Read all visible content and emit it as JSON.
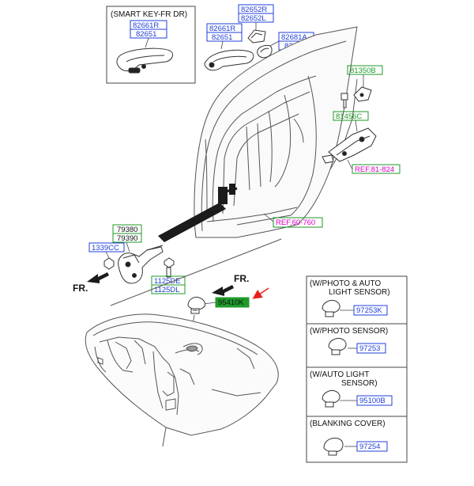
{
  "colors": {
    "blue": "#1f3fd8",
    "green": "#1f9a2a",
    "magenta": "#e000c8",
    "red": "#e8201a",
    "line": "#444444",
    "fill_dark": "#1b1b1b"
  },
  "top_frame_label": "(SMART KEY-FR DR)",
  "labels": {
    "smart_r": "82661R",
    "smart_l": "82651",
    "cover_r": "82652R",
    "cover_l": "82652L",
    "handle_r": "82661R",
    "handle_l": "82651",
    "cap_r": "82681A",
    "cap_l": "82671",
    "p81350": "81350B",
    "p81456": "81456C",
    "ref81": "REF.81-824",
    "ref60": "REF.60-760",
    "p79380": "79380",
    "p79390": "79390",
    "p1339": "1339CC",
    "p1125de": "1125DE",
    "p1125dl": "1125DL",
    "p95410": "95410K",
    "fr_upper": "FR.",
    "fr_lower": "FR."
  },
  "options": [
    {
      "title": "(W/PHOTO & AUTO",
      "subtitle": "LIGHT SENSOR)",
      "part": "97253K"
    },
    {
      "title": "(W/PHOTO SENSOR)",
      "subtitle": "",
      "part": "97253"
    },
    {
      "title": "(W/AUTO LIGHT",
      "subtitle": "SENSOR)",
      "part": "95100B"
    },
    {
      "title": "(BLANKING COVER)",
      "subtitle": "",
      "part": "97254"
    }
  ]
}
